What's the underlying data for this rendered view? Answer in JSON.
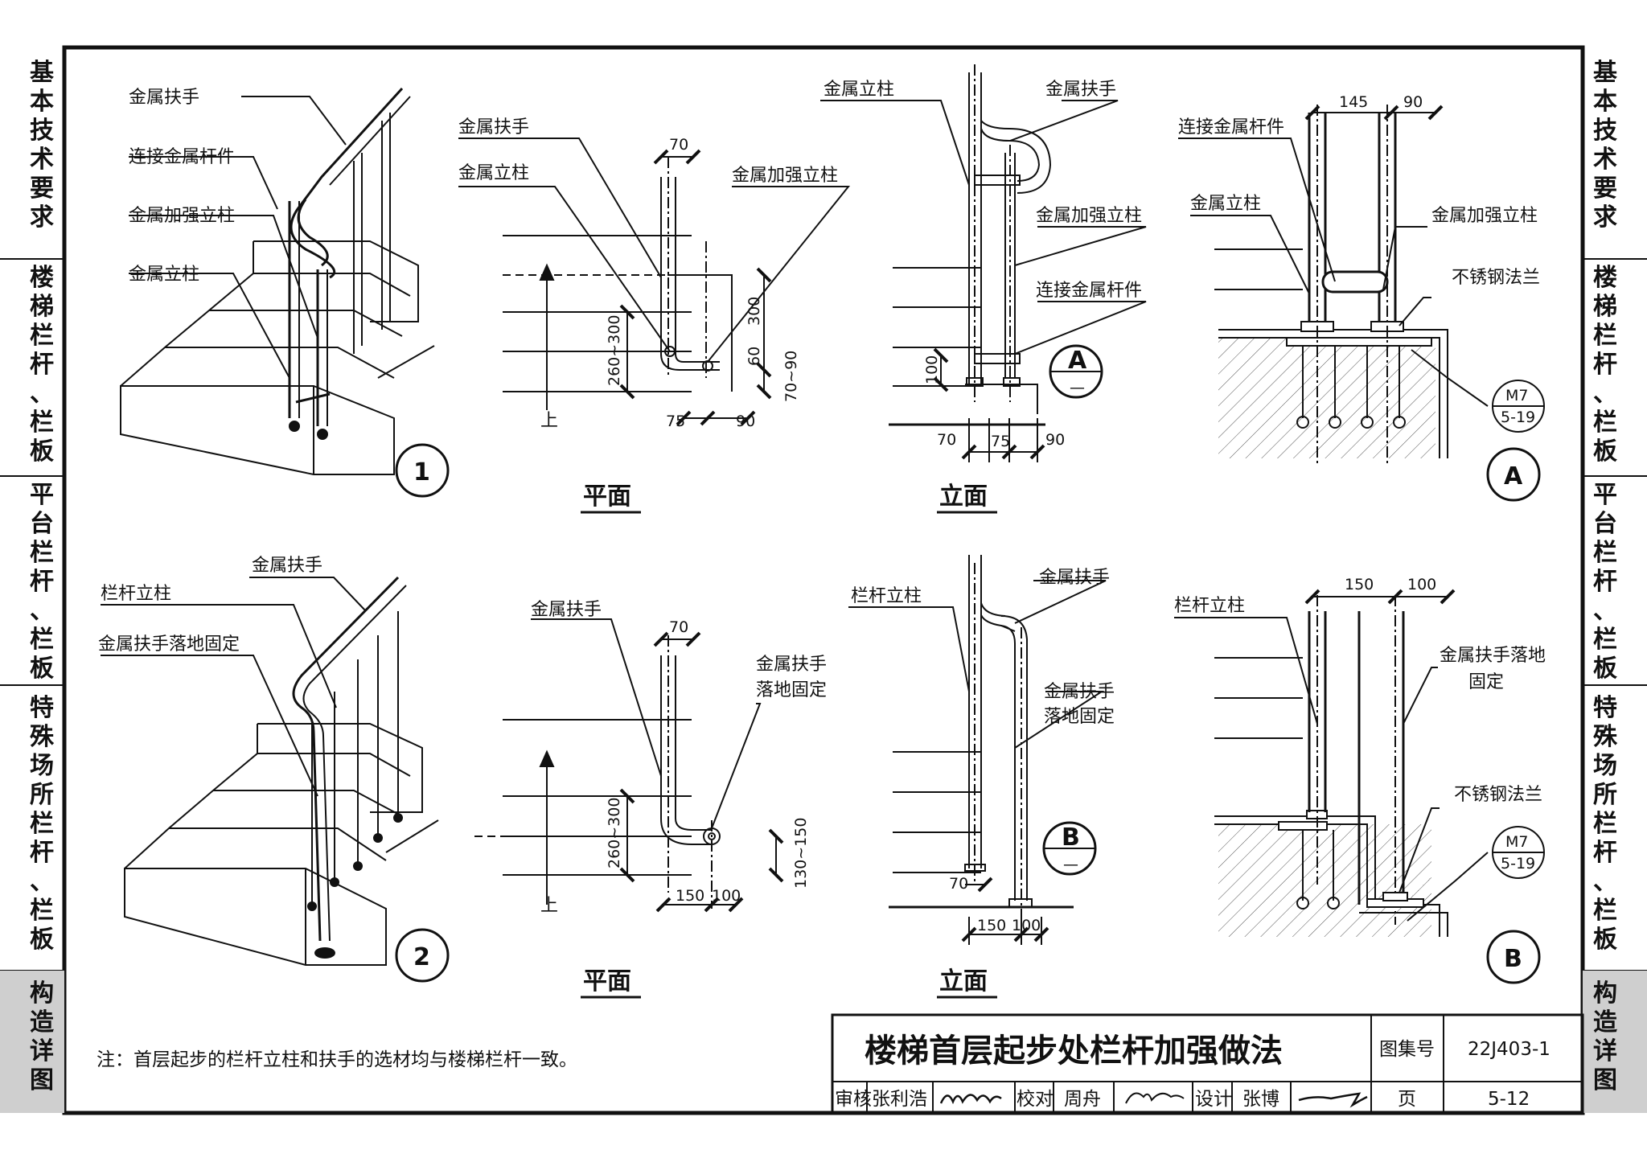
{
  "side_tabs_left": [
    {
      "text": "基本技术要求"
    },
    {
      "text": "楼梯栏杆、栏板"
    },
    {
      "text": "平台栏杆、栏板"
    },
    {
      "text": "特殊场所栏杆、栏板"
    },
    {
      "text": "构造详图"
    }
  ],
  "side_tabs_right": [
    {
      "text": "基本技术要求"
    },
    {
      "text": "楼梯栏杆、栏板"
    },
    {
      "text": "平台栏杆、栏板"
    },
    {
      "text": "特殊场所栏杆、栏板"
    },
    {
      "text": "构造详图"
    }
  ],
  "iso1": {
    "labels": [
      "金属扶手",
      "连接金属杆件",
      "金属加强立柱",
      "金属立柱"
    ],
    "num": "1"
  },
  "plan1": {
    "labels": [
      "金属扶手",
      "金属立柱",
      "金属加强立柱"
    ],
    "dims": [
      "70",
      "260~300",
      "300",
      "60",
      "70~90",
      "75",
      "90"
    ],
    "up": "上",
    "caption": "平面"
  },
  "elev1": {
    "labels": [
      "金属立柱",
      "金属扶手",
      "金属加强立柱",
      "连接金属杆件"
    ],
    "dims": [
      "100",
      "70",
      "75",
      "90"
    ],
    "ref": "A",
    "ref_sub": "—",
    "caption": "立面"
  },
  "detA": {
    "labels": [
      "连接金属杆件",
      "金属立柱",
      "金属加强立柱",
      "不锈钢法兰"
    ],
    "dims": [
      "145",
      "90"
    ],
    "ref_top": "M7",
    "ref_bottom": "5-19",
    "num": "A"
  },
  "iso2": {
    "labels": [
      "金属扶手",
      "栏杆立柱",
      "金属扶手落地固定"
    ],
    "num": "2"
  },
  "plan2": {
    "labels": [
      "金属扶手",
      "金属扶手",
      "落地固定"
    ],
    "dims": [
      "70",
      "260~300",
      "130~150",
      "150",
      "100"
    ],
    "up": "上",
    "caption": "平面"
  },
  "elev2": {
    "labels": [
      "栏杆立柱",
      "金属扶手",
      "金属扶手",
      "落地固定"
    ],
    "dims": [
      "70",
      "150",
      "100"
    ],
    "ref": "B",
    "ref_sub": "—",
    "caption": "立面"
  },
  "detB": {
    "labels": [
      "栏杆立柱",
      "金属扶手落地",
      "固定",
      "不锈钢法兰"
    ],
    "dims": [
      "150",
      "100"
    ],
    "ref_top": "M7",
    "ref_bottom": "5-19",
    "num": "B"
  },
  "note": "注：首层起步的栏杆立柱和扶手的选材均与楼梯栏杆一致。",
  "title_block": {
    "title": "楼梯首层起步处栏杆加强做法",
    "atlas_label": "图集号",
    "atlas_no": "22J403-1",
    "page_label": "页",
    "page_no": "5-12",
    "review_label": "审核",
    "reviewer": "张利浩",
    "check_label": "校对",
    "checker": "周舟",
    "design_label": "设计",
    "designer": "张博"
  }
}
